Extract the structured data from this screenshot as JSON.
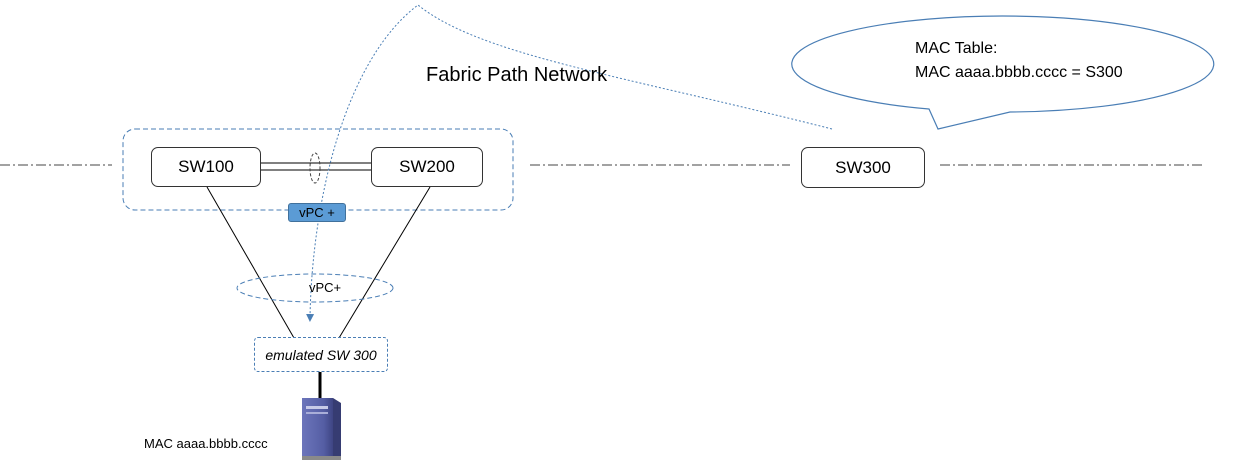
{
  "diagram": {
    "title": "Fabric Path Network",
    "callout": {
      "line1": "MAC Table:",
      "line2": "MAC aaaa.bbbb.cccc = S300"
    },
    "switches": {
      "sw100": "SW100",
      "sw200": "SW200",
      "sw300": "SW300"
    },
    "vpc_plus_badge": "vPC +",
    "vpc_plus_ellipse": "vPC+",
    "emulated_switch": "emulated SW 300",
    "host_mac": "MAC aaaa.bbbb.cccc",
    "icons": {
      "host": "server-tower-icon"
    },
    "colors": {
      "dashed_outline": "#4a7eb5",
      "vpc_badge": "#5b9bd5",
      "server": "#5a63a8"
    }
  }
}
